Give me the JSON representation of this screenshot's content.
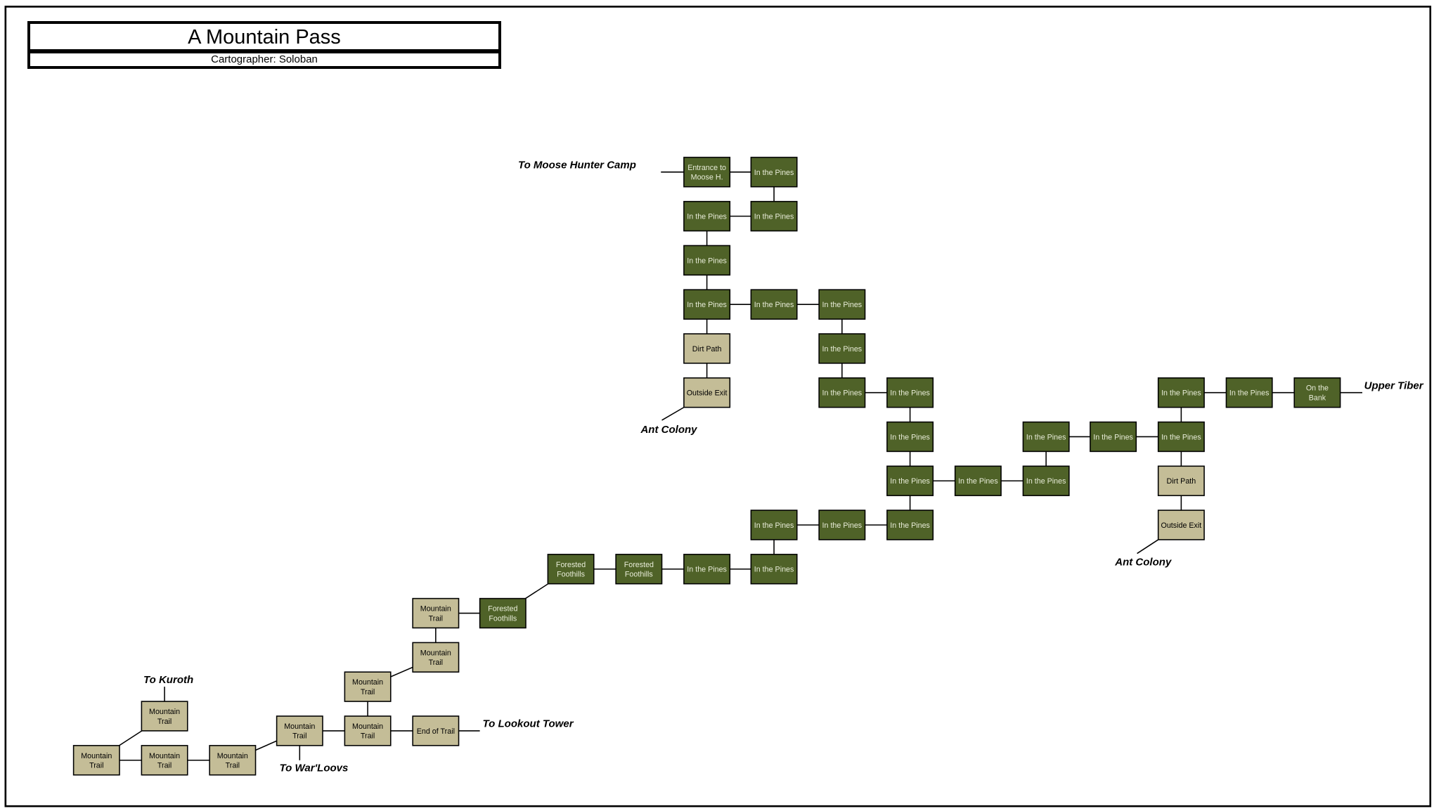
{
  "header": {
    "title": "A Mountain Pass",
    "cartographer": "Cartographer: Soloban"
  },
  "colors": {
    "forest": "#4f6228",
    "trail": "#c4bd97",
    "forest_text": "#e8ecd8",
    "trail_text": "#000000"
  },
  "rooms": [
    {
      "label": "Entrance to\nMoose H.",
      "type": "forest"
    },
    {
      "label": "In the Pines",
      "type": "forest"
    },
    {
      "label": "In the Pines",
      "type": "forest"
    },
    {
      "label": "In the Pines",
      "type": "forest"
    },
    {
      "label": "In the Pines",
      "type": "forest"
    },
    {
      "label": "In the Pines",
      "type": "forest"
    },
    {
      "label": "In the Pines",
      "type": "forest"
    },
    {
      "label": "In the Pines",
      "type": "forest"
    },
    {
      "label": "Dirt Path",
      "type": "trail"
    },
    {
      "label": "Outside Exit",
      "type": "trail"
    },
    {
      "label": "In the Pines",
      "type": "forest"
    },
    {
      "label": "In the Pines",
      "type": "forest"
    },
    {
      "label": "In the Pines",
      "type": "forest"
    },
    {
      "label": "In the Pines",
      "type": "forest"
    },
    {
      "label": "In the Pines",
      "type": "forest"
    },
    {
      "label": "In the Pines",
      "type": "forest"
    },
    {
      "label": "In the Pines",
      "type": "forest"
    },
    {
      "label": "In the Pines",
      "type": "forest"
    },
    {
      "label": "In the Pines",
      "type": "forest"
    },
    {
      "label": "In the Pines",
      "type": "forest"
    },
    {
      "label": "In the Pines",
      "type": "forest"
    },
    {
      "label": "In the Pines",
      "type": "forest"
    },
    {
      "label": "On the\nBank",
      "type": "forest"
    },
    {
      "label": "Dirt Path",
      "type": "trail"
    },
    {
      "label": "Outside Exit",
      "type": "trail"
    },
    {
      "label": "In the Pines",
      "type": "forest"
    },
    {
      "label": "In the Pines",
      "type": "forest"
    },
    {
      "label": "In the Pines",
      "type": "forest"
    },
    {
      "label": "In the Pines",
      "type": "forest"
    },
    {
      "label": "In the Pines",
      "type": "forest"
    },
    {
      "label": "Forested\nFoothills",
      "type": "forest"
    },
    {
      "label": "Forested\nFoothills",
      "type": "forest"
    },
    {
      "label": "Forested\nFoothills",
      "type": "forest"
    },
    {
      "label": "Mountain\nTrail",
      "type": "trail"
    },
    {
      "label": "Mountain\nTrail",
      "type": "trail"
    },
    {
      "label": "Mountain\nTrail",
      "type": "trail"
    },
    {
      "label": "Mountain\nTrail",
      "type": "trail"
    },
    {
      "label": "End of Trail",
      "type": "trail"
    },
    {
      "label": "Mountain\nTrail",
      "type": "trail"
    },
    {
      "label": "Mountain\nTrail",
      "type": "trail"
    },
    {
      "label": "Mountain\nTrail",
      "type": "trail"
    },
    {
      "label": "Mountain\nTrail",
      "type": "trail"
    },
    {
      "label": "Mountain\nTrail",
      "type": "trail"
    }
  ],
  "exits": [
    {
      "label": "To Moose Hunter Camp"
    },
    {
      "label": "Ant Colony"
    },
    {
      "label": "Ant Colony"
    },
    {
      "label": "Upper Tiber"
    },
    {
      "label": "To Lookout Tower"
    },
    {
      "label": "To War'Loovs"
    },
    {
      "label": "To Kuroth"
    }
  ]
}
